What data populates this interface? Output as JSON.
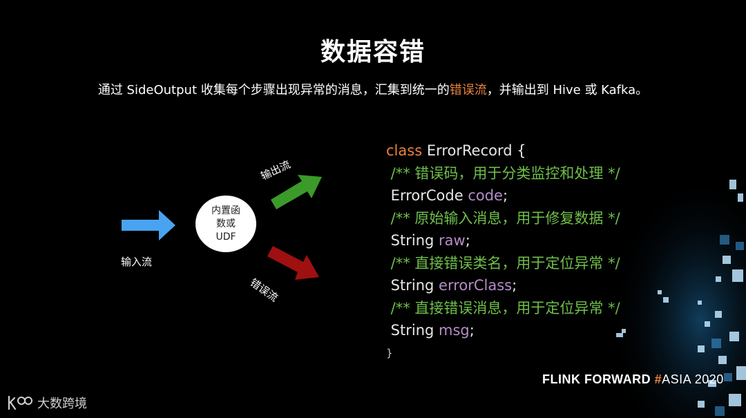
{
  "slide": {
    "title": "数据容错",
    "subtitle_before": "通过 SideOutput 收集每个步骤出现异常的消息，汇集到统一的",
    "subtitle_highlight": "错误流",
    "subtitle_after": "，并输出到 Hive 或 Kafka。"
  },
  "diagram": {
    "input_label": "输入流",
    "output_label": "输出流",
    "error_label": "错误流",
    "node_line1": "内置函",
    "node_line2": "数或",
    "node_line3": "UDF"
  },
  "code": {
    "l1_kw": "class",
    "l1_rest": " ErrorRecord {",
    "l2": " /** 错误码，用于分类监控和处理 */",
    "l3_type": " ErrorCode ",
    "l3_field": "code",
    "l3_end": ";",
    "l4": " /** 原始输入消息，用于修复数据 */",
    "l5_type": " String ",
    "l5_field": "raw",
    "l5_end": ";",
    "l6": " /** 直接错误类名，用于定位异常 */",
    "l7_type": " String ",
    "l7_field": "errorClass",
    "l7_end": ";",
    "l8": " /** 直接错误消息，用于定位异常 */",
    "l9_type": " String ",
    "l9_field": "msg",
    "l9_end": ";",
    "l10": "}"
  },
  "brand": {
    "name": "FLINK  FORWARD ",
    "hash": "#",
    "event": "ASIA 2020"
  },
  "logo": {
    "text": "大数跨境",
    "icon": "kk-logo-icon"
  },
  "colors": {
    "accent_orange": "#e8823f",
    "comment_green": "#6fbf4a",
    "field_purple": "#b48ec7",
    "arrow_blue": "#4aa3f0",
    "arrow_green": "#3b9a2a",
    "arrow_red": "#a01010"
  }
}
